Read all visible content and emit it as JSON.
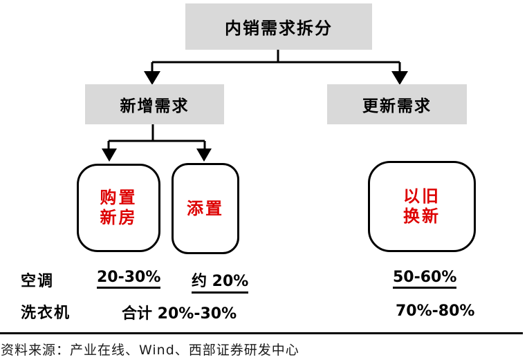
{
  "colors": {
    "node_fill_gray": "#d9d9d9",
    "leaf_text_red": "#dd0000",
    "line_black": "#000000"
  },
  "root_node": {
    "label": "内销需求拆分"
  },
  "branch_nodes": {
    "new_demand": {
      "label": "新增需求"
    },
    "replacement_demand": {
      "label": "更新需求"
    }
  },
  "leaf_nodes": {
    "buy_new_house": {
      "label": "购置\n新房"
    },
    "additional_purchase": {
      "label": "添置"
    },
    "trade_in": {
      "label": "以旧\n换新"
    }
  },
  "stats": {
    "row_air_conditioner": {
      "label": "空调",
      "new_house_share": "20-30%",
      "additional_share": "约 20%",
      "trade_in_share": "50-60%"
    },
    "row_washing_machine": {
      "label": "洗衣机",
      "new_demand_total_share": "合计 20%-30%",
      "trade_in_share": "70%-80%"
    }
  },
  "footer": {
    "source": "资料来源：产业在线、Wind、西部证券研发中心"
  }
}
